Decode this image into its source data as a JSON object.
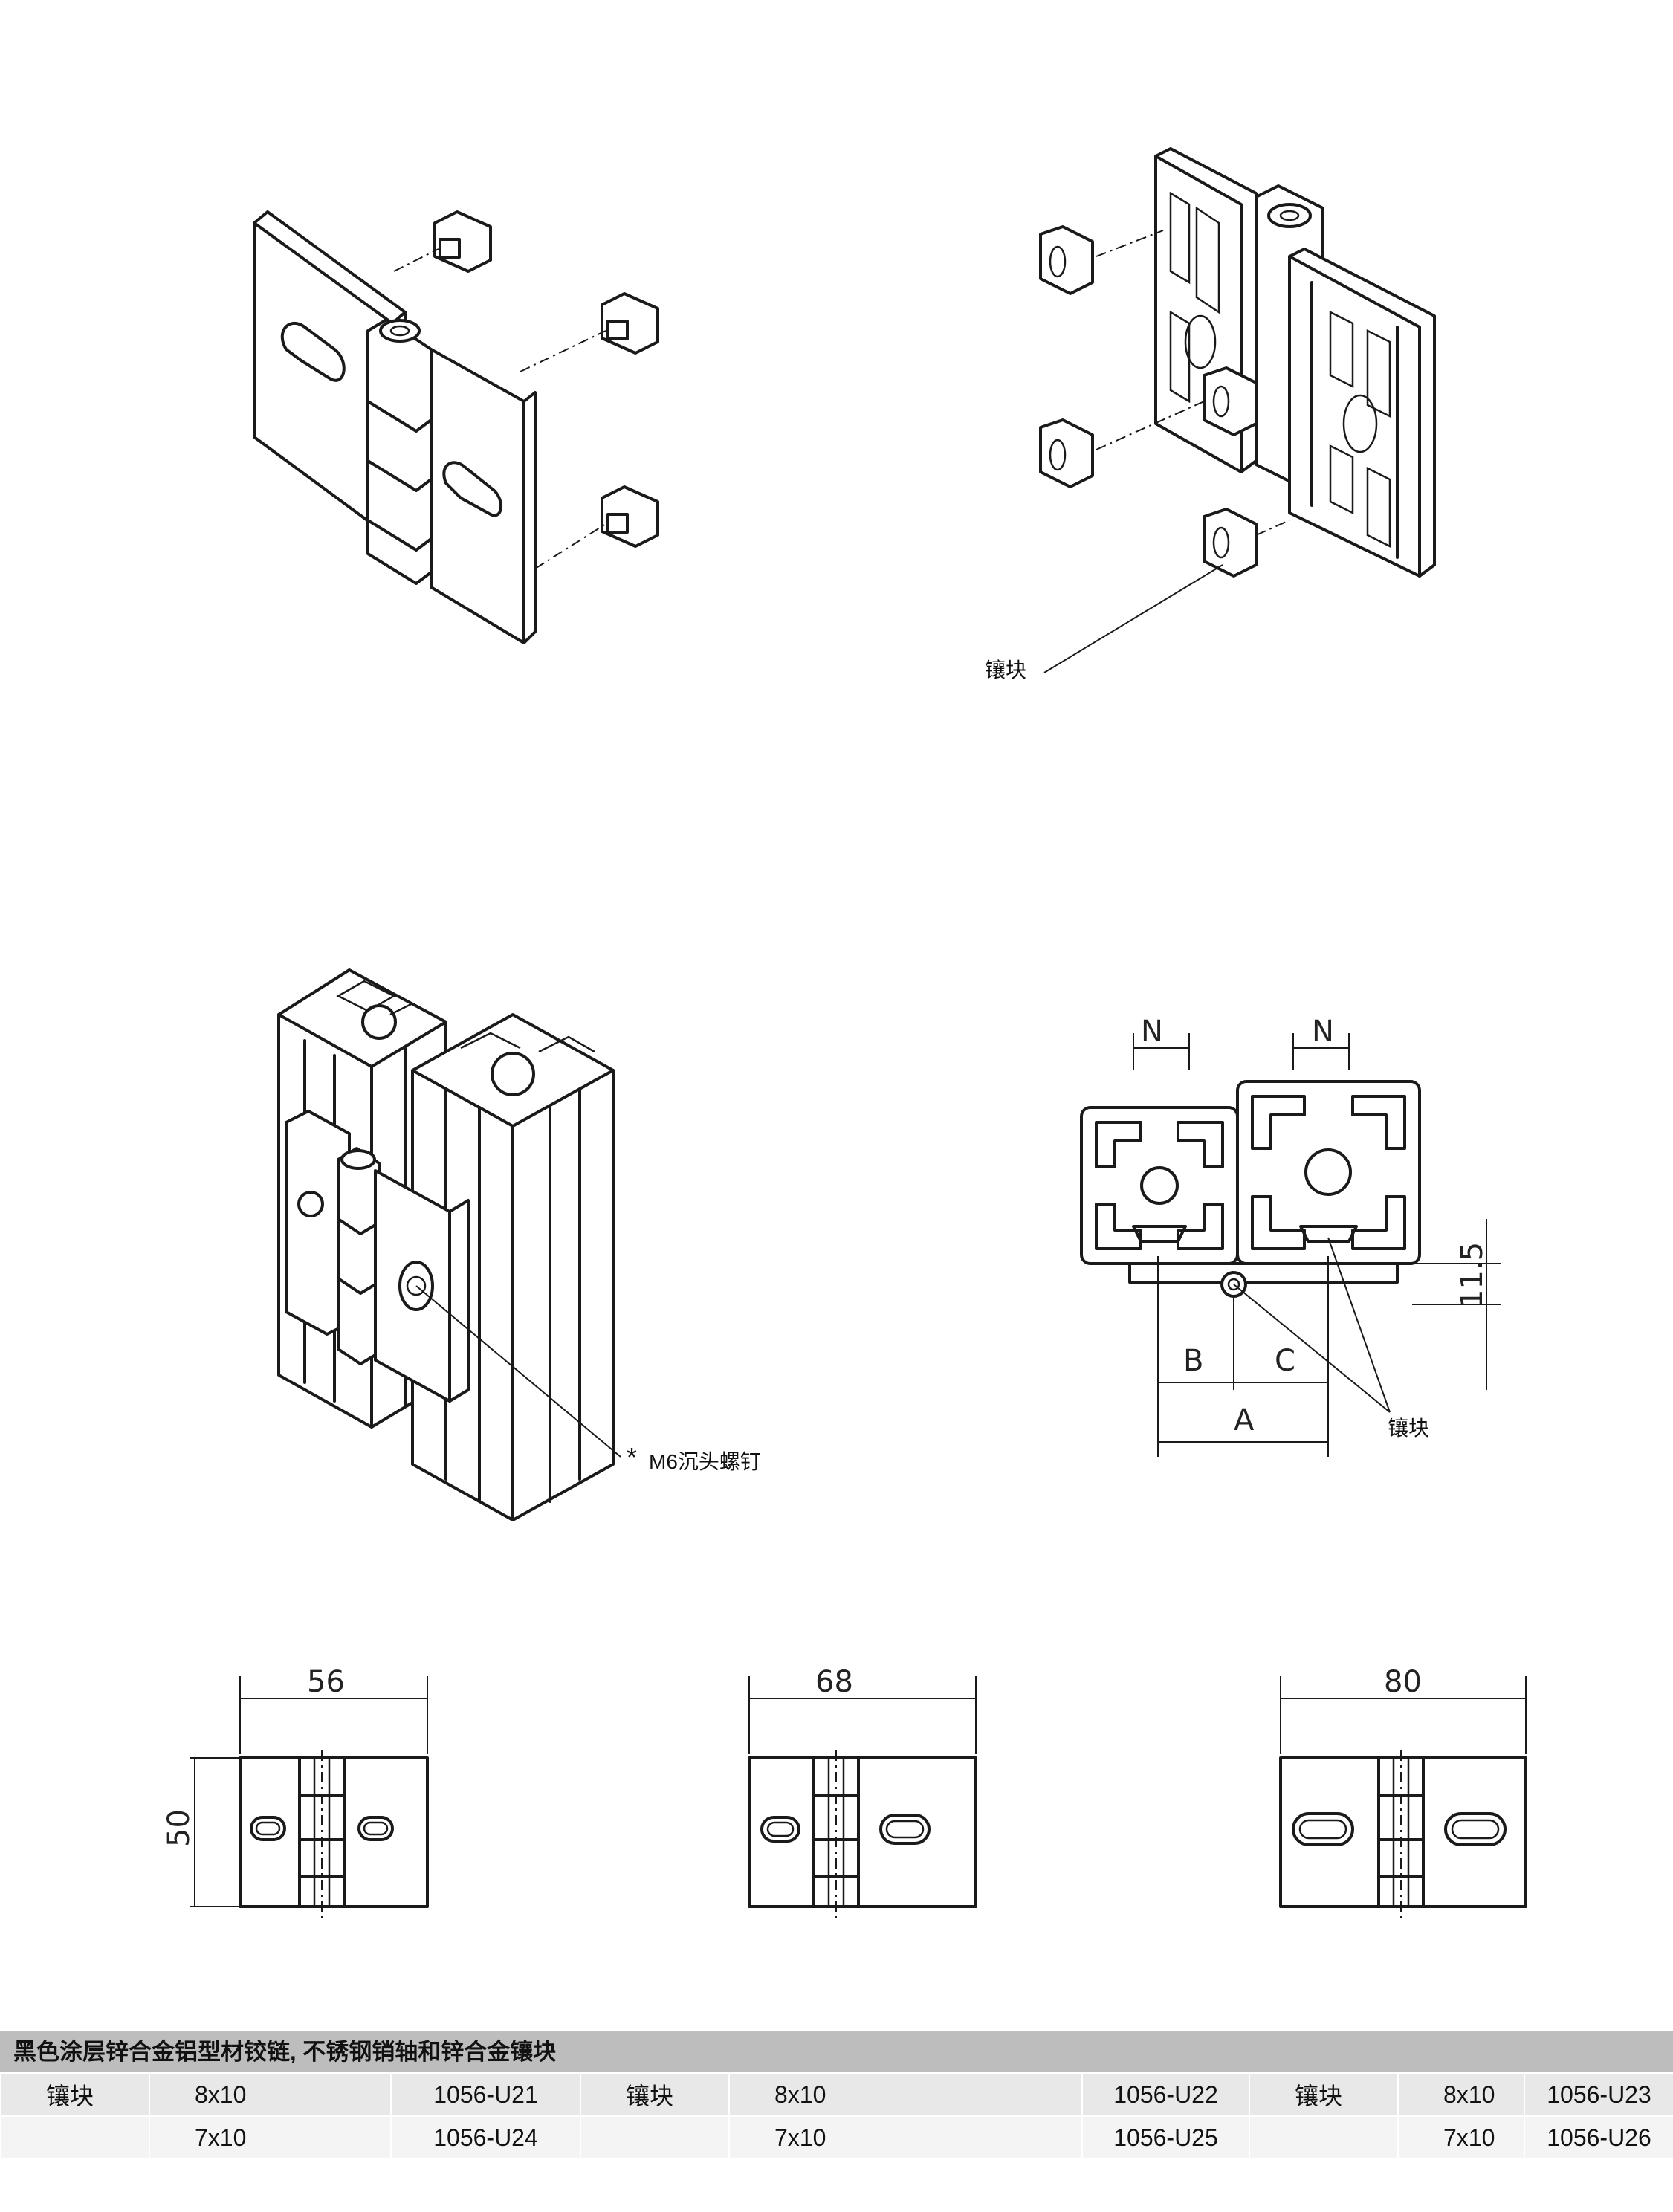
{
  "labels": {
    "insert_top": "镶块",
    "screw": "M6沉头螺钉",
    "screw_mark": "*",
    "insert_section": "镶块"
  },
  "section_dims": {
    "n_left": "N",
    "n_right": "N",
    "b": "B",
    "c": "C",
    "a": "A",
    "offset": "11.5"
  },
  "size_views": [
    {
      "width": "56",
      "height": "50"
    },
    {
      "width": "68"
    },
    {
      "width": "80"
    }
  ],
  "spec": {
    "title": "黑色涂层锌合金铝型材铰链, 不锈钢销轴和锌合金镶块",
    "rows": [
      [
        {
          "category": "镶块",
          "size": "8x10",
          "code": "1056-U21"
        },
        {
          "category": "镶块",
          "size": "8x10",
          "code": "1056-U22"
        },
        {
          "category": "镶块",
          "size": "8x10",
          "code": "1056-U23"
        }
      ],
      [
        {
          "category": "",
          "size": "7x10",
          "code": "1056-U24"
        },
        {
          "category": "",
          "size": "7x10",
          "code": "1056-U25"
        },
        {
          "category": "",
          "size": "7x10",
          "code": "1056-U26"
        }
      ]
    ]
  }
}
